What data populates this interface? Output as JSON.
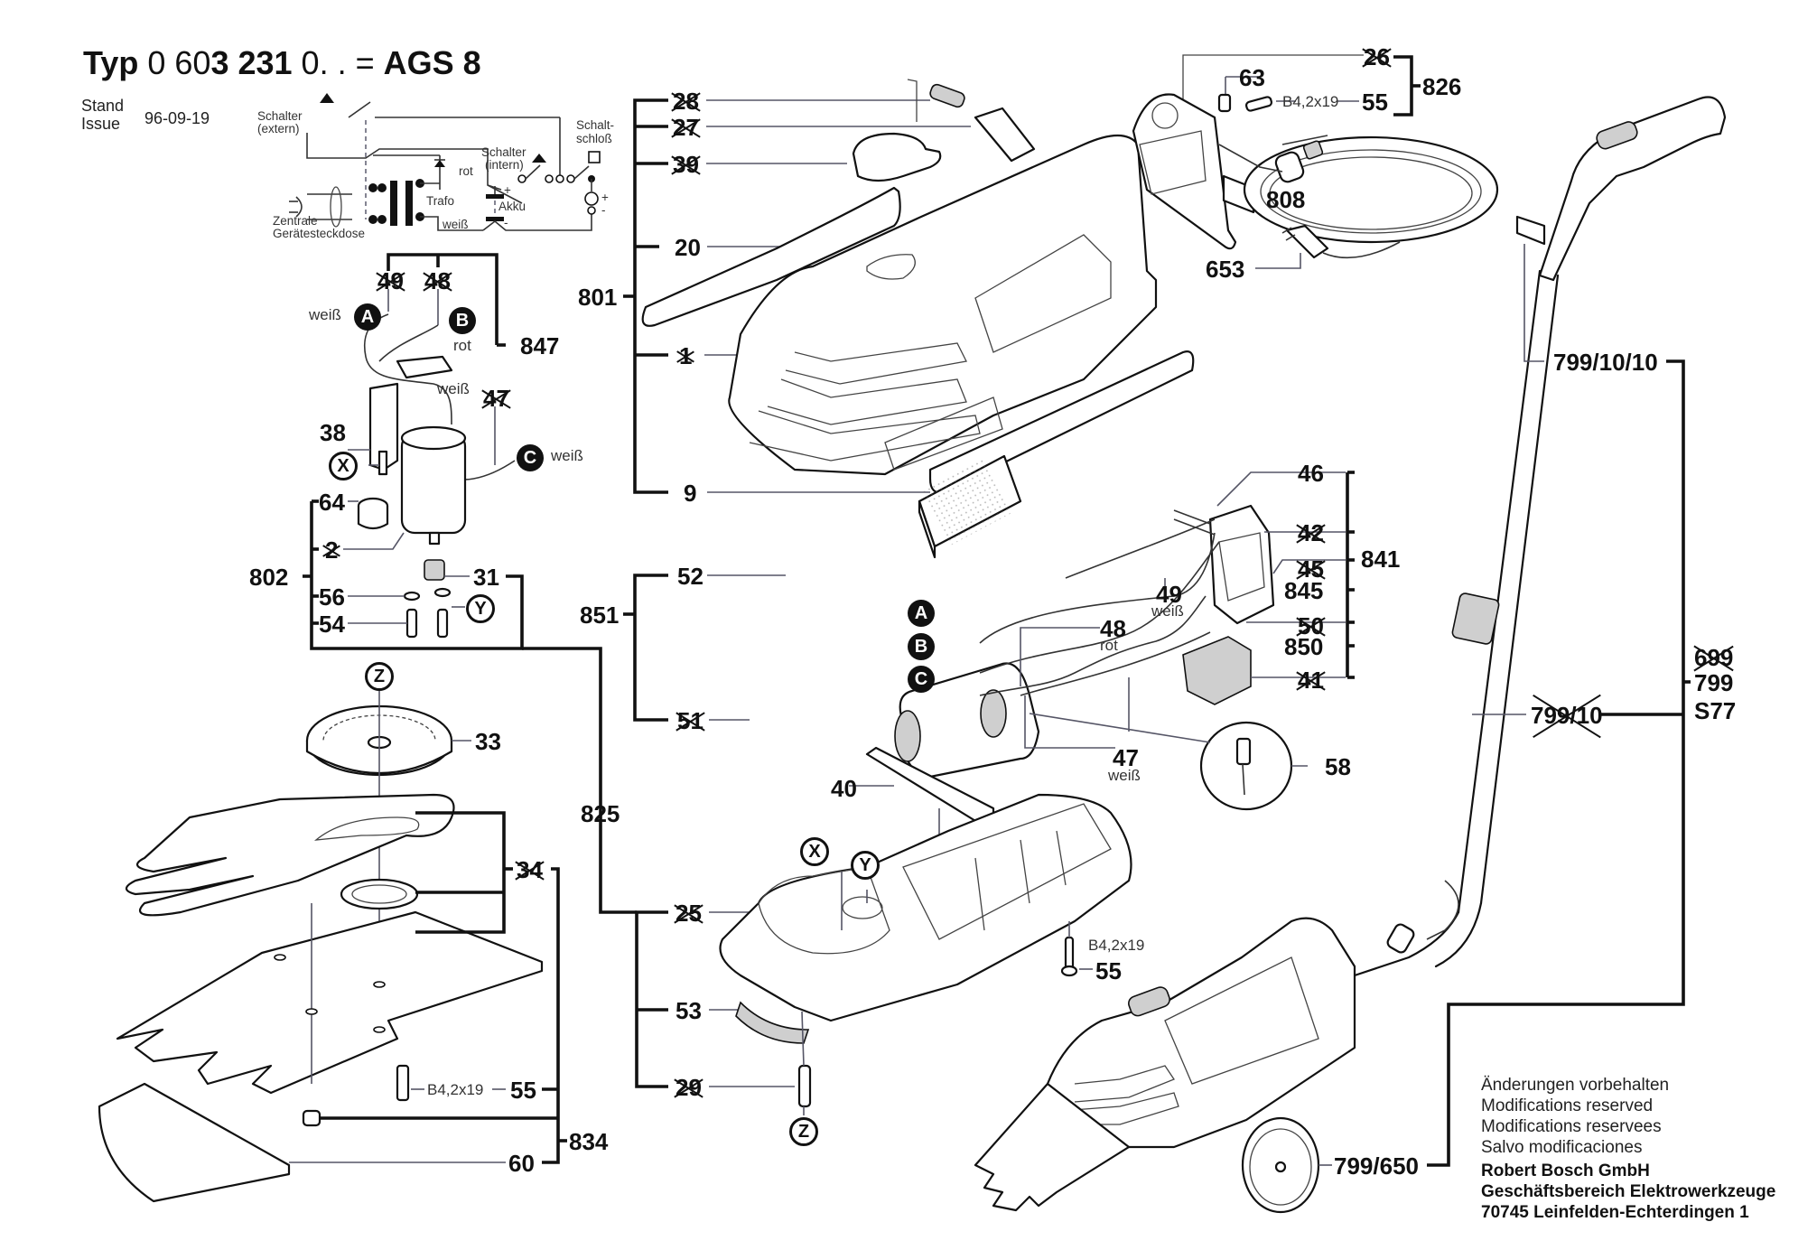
{
  "header": {
    "typ_label": "Typ",
    "typ_number_plain": "0 60",
    "typ_number_bold": "3 231",
    "typ_suffix": "0.  . =",
    "model": "AGS 8",
    "stand_label": "Stand",
    "issue_label": "Issue",
    "issue_date": "96-09-19"
  },
  "schematic": {
    "switch_external": "Schalter",
    "switch_external_sub": "(extern)",
    "switch_internal": "Schalter",
    "switch_internal_sub": "(intern)",
    "key_switch": "Schalt-",
    "key_switch_sub": "schloß",
    "wire_red": "rot",
    "wire_white": "weiß",
    "transformer": "Trafo",
    "battery": "Akku",
    "socket": "Zentrale",
    "socket_sub": "Gerätesteckdose",
    "plus": "+",
    "minus": "-"
  },
  "callouts": {
    "A": "A",
    "B": "B",
    "C": "C",
    "X": "X",
    "Y": "Y",
    "Z": "Z"
  },
  "wire_labels": {
    "white": "weiß",
    "red": "rot"
  },
  "screw_spec": "B4,2x19",
  "groups": {
    "g847": {
      "label": "847",
      "parts": [
        {
          "n": "49",
          "struck": true
        },
        {
          "n": "48",
          "struck": true
        },
        {
          "n": "47",
          "struck": true
        }
      ]
    },
    "g802": {
      "label": "802",
      "parts": [
        {
          "n": "38"
        },
        {
          "n": "64"
        },
        {
          "n": "2",
          "struck": true
        },
        {
          "n": "31"
        },
        {
          "n": "56"
        },
        {
          "n": "54"
        }
      ]
    },
    "g825": {
      "label": "825",
      "parts": [
        {
          "n": "33"
        },
        {
          "n": "25",
          "struck": true
        },
        {
          "n": "53"
        },
        {
          "n": "29",
          "struck": true
        },
        {
          "n": "40"
        },
        {
          "n": "55"
        }
      ]
    },
    "g834": {
      "label": "834",
      "parts": [
        {
          "n": "34",
          "struck": true
        },
        {
          "n": "55"
        },
        {
          "n": "60"
        }
      ]
    },
    "g801": {
      "label": "801",
      "parts": [
        {
          "n": "28",
          "struck": true
        },
        {
          "n": "27",
          "struck": true
        },
        {
          "n": "39",
          "struck": true
        },
        {
          "n": "20"
        },
        {
          "n": "1",
          "struck": true
        },
        {
          "n": "9"
        }
      ]
    },
    "g826": {
      "label": "826",
      "parts": [
        {
          "n": "26",
          "struck": true
        },
        {
          "n": "63"
        },
        {
          "n": "55"
        }
      ]
    },
    "g851": {
      "label": "851",
      "parts": [
        {
          "n": "52"
        },
        {
          "n": "51",
          "struck": true
        },
        {
          "n": "48"
        },
        {
          "n": "47"
        }
      ]
    },
    "g841": {
      "label": "841",
      "parts": [
        {
          "n": "46"
        },
        {
          "n": "42",
          "struck": true
        },
        {
          "n": "45",
          "struck": true
        },
        {
          "n": "845"
        },
        {
          "n": "49"
        },
        {
          "n": "50",
          "struck": true
        },
        {
          "n": "850"
        },
        {
          "n": "41",
          "struck": true
        }
      ]
    },
    "g799": {
      "label_old": "699",
      "label": "799",
      "label_sub": "S77",
      "parts": [
        {
          "n": "799/10/10"
        },
        {
          "n": "799/10",
          "struck": true
        },
        {
          "n": "799/650"
        }
      ]
    },
    "standalone": [
      {
        "n": "808"
      },
      {
        "n": "653"
      },
      {
        "n": "58"
      }
    ]
  },
  "footer": {
    "lines": [
      "Änderungen vorbehalten",
      "Modifications reserved",
      "Modifications reservees",
      "Salvo modificaciones"
    ],
    "company": "Robert Bosch GmbH",
    "division": "Geschäftsbereich Elektrowerkzeuge",
    "address": "70745 Leinfelden-Echterdingen 1"
  }
}
